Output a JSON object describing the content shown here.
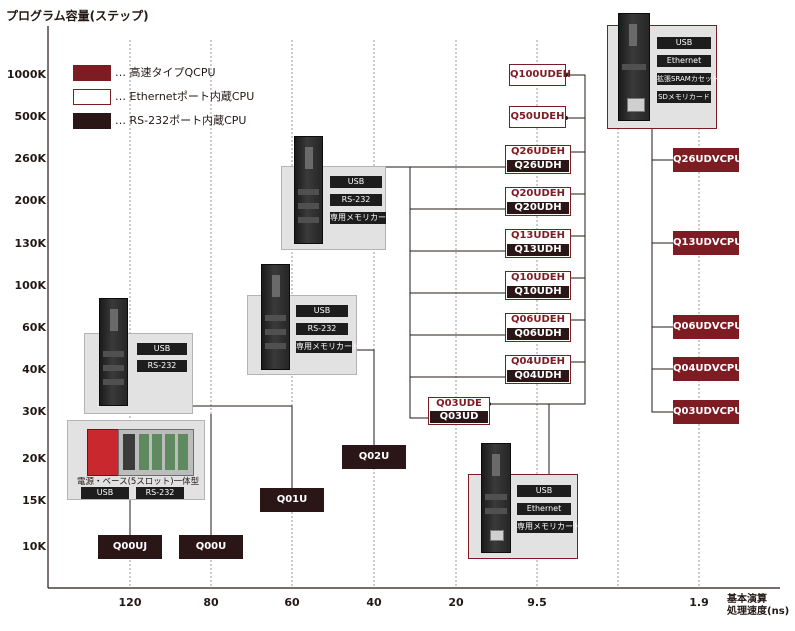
{
  "title": "プログラム容量(ステップ)",
  "x_axis_title": [
    "基本演算",
    "処理速度(ns)"
  ],
  "y_ticks": [
    "1000K",
    "500K",
    "260K",
    "200K",
    "130K",
    "100K",
    "60K",
    "40K",
    "30K",
    "20K",
    "15K",
    "10K"
  ],
  "x_ticks": [
    "120",
    "80",
    "60",
    "40",
    "20",
    "9.5",
    "1.9"
  ],
  "legend": [
    {
      "label": "… 高速タイプQCPU",
      "style": "red"
    },
    {
      "label": "… Ethernetポート内蔵CPU",
      "style": "outline"
    },
    {
      "label": "… RS-232ポート内蔵CPU",
      "style": "dark"
    }
  ],
  "colors": {
    "brand_red": "#7d1c22",
    "dark": "#2a1517",
    "panel": "#e2e2e2",
    "line": "#231815"
  },
  "cpus": {
    "q00uj": "Q00UJ",
    "q00u": "Q00U",
    "q01u": "Q01U",
    "q02u": "Q02U",
    "q03ude": "Q03UDE",
    "q03ud": "Q03UD",
    "q04udeh": "Q04UDEH",
    "q04udh": "Q04UDH",
    "q06udeh": "Q06UDEH",
    "q06udh": "Q06UDH",
    "q10udeh": "Q10UDEH",
    "q10udh": "Q10UDH",
    "q13udeh": "Q13UDEH",
    "q13udh": "Q13UDH",
    "q20udeh": "Q20UDEH",
    "q20udh": "Q20UDH",
    "q26udeh": "Q26UDEH",
    "q26udh": "Q26UDH",
    "q50udeh": "Q50UDEH",
    "q100udeh": "Q100UDEH",
    "q26udvcpu": "Q26UDVCPU",
    "q13udvcpu": "Q13UDVCPU",
    "q06udvcpu": "Q06UDVCPU",
    "q04udvcpu": "Q04UDVCPU",
    "q03udvcpu": "Q03UDVCPU"
  },
  "panels": {
    "q00uj_caption": "電源・ベース(5スロット)一体型",
    "q00uj_specs": [
      "USB",
      "RS-232"
    ],
    "q00_specs": [
      "USB",
      "RS-232"
    ],
    "q02_specs": [
      "USB",
      "RS-232",
      "専用メモリカード"
    ],
    "qud_specs": [
      "USB",
      "RS-232",
      "専用メモリカード"
    ],
    "qude_specs": [
      "USB",
      "Ethernet",
      "専用メモリカード"
    ],
    "udv_specs": [
      "USB",
      "Ethernet",
      "拡張SRAMカセット",
      "SDメモリカード"
    ]
  }
}
